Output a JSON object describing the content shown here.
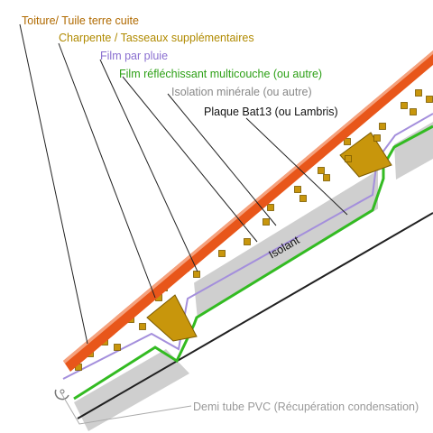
{
  "labels": {
    "toiture": "Toiture/ Tuile terre cuite",
    "charpente": "Charpente / Tasseaux supplémentaires",
    "film_pluie": "Film par pluie",
    "film_reflechissant": "Film réfléchissant multicouche (ou autre)",
    "isolation": "Isolation minérale (ou autre)",
    "plaque": "Plaque Bat13 (ou Lambris)",
    "isolant": "Isolant",
    "demi_tube": "Demi tube PVC (Récupération condensation)"
  },
  "colors": {
    "tile": "#e8561a",
    "tile_light": "#f5a27e",
    "timber": "#c8960c",
    "timber_dark": "#7a5a00",
    "rain_film": "#a48fdc",
    "reflective_film": "#33bb22",
    "insulation": "#cfcfcf",
    "plaque": "#202020",
    "leader": "#222222",
    "label_toiture": "#b06a00",
    "label_charpente": "#b08a00",
    "label_film_pluie": "#8a6fd0",
    "label_film_reflechissant": "#2da016",
    "label_isolation": "#888888",
    "label_plaque": "#111111",
    "label_demi_tube": "#999999"
  }
}
